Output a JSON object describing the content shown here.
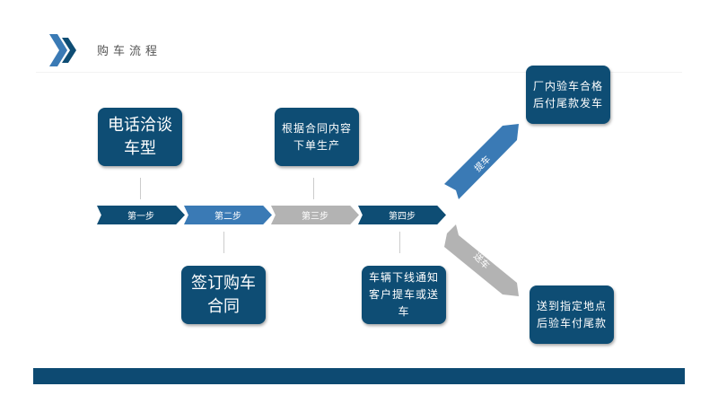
{
  "header": {
    "title": "购车流程"
  },
  "steps": [
    "第一步",
    "第二步",
    "第三步",
    "第四步"
  ],
  "boxes": {
    "b1": "电话洽谈车型",
    "b2": "签订购车合同",
    "b3": "根据合同内容下单生产",
    "b4": "车辆下线通知客户提车或送车",
    "b5": "厂内验车合格后付尾款发车",
    "b6": "送到指定地点后验车付尾款"
  },
  "branches": {
    "pickup": "提车",
    "delivery": "送车"
  },
  "colors": {
    "dark": "#0e4d74",
    "medium": "#3a7ab5",
    "gray": "#b3b3b3"
  }
}
